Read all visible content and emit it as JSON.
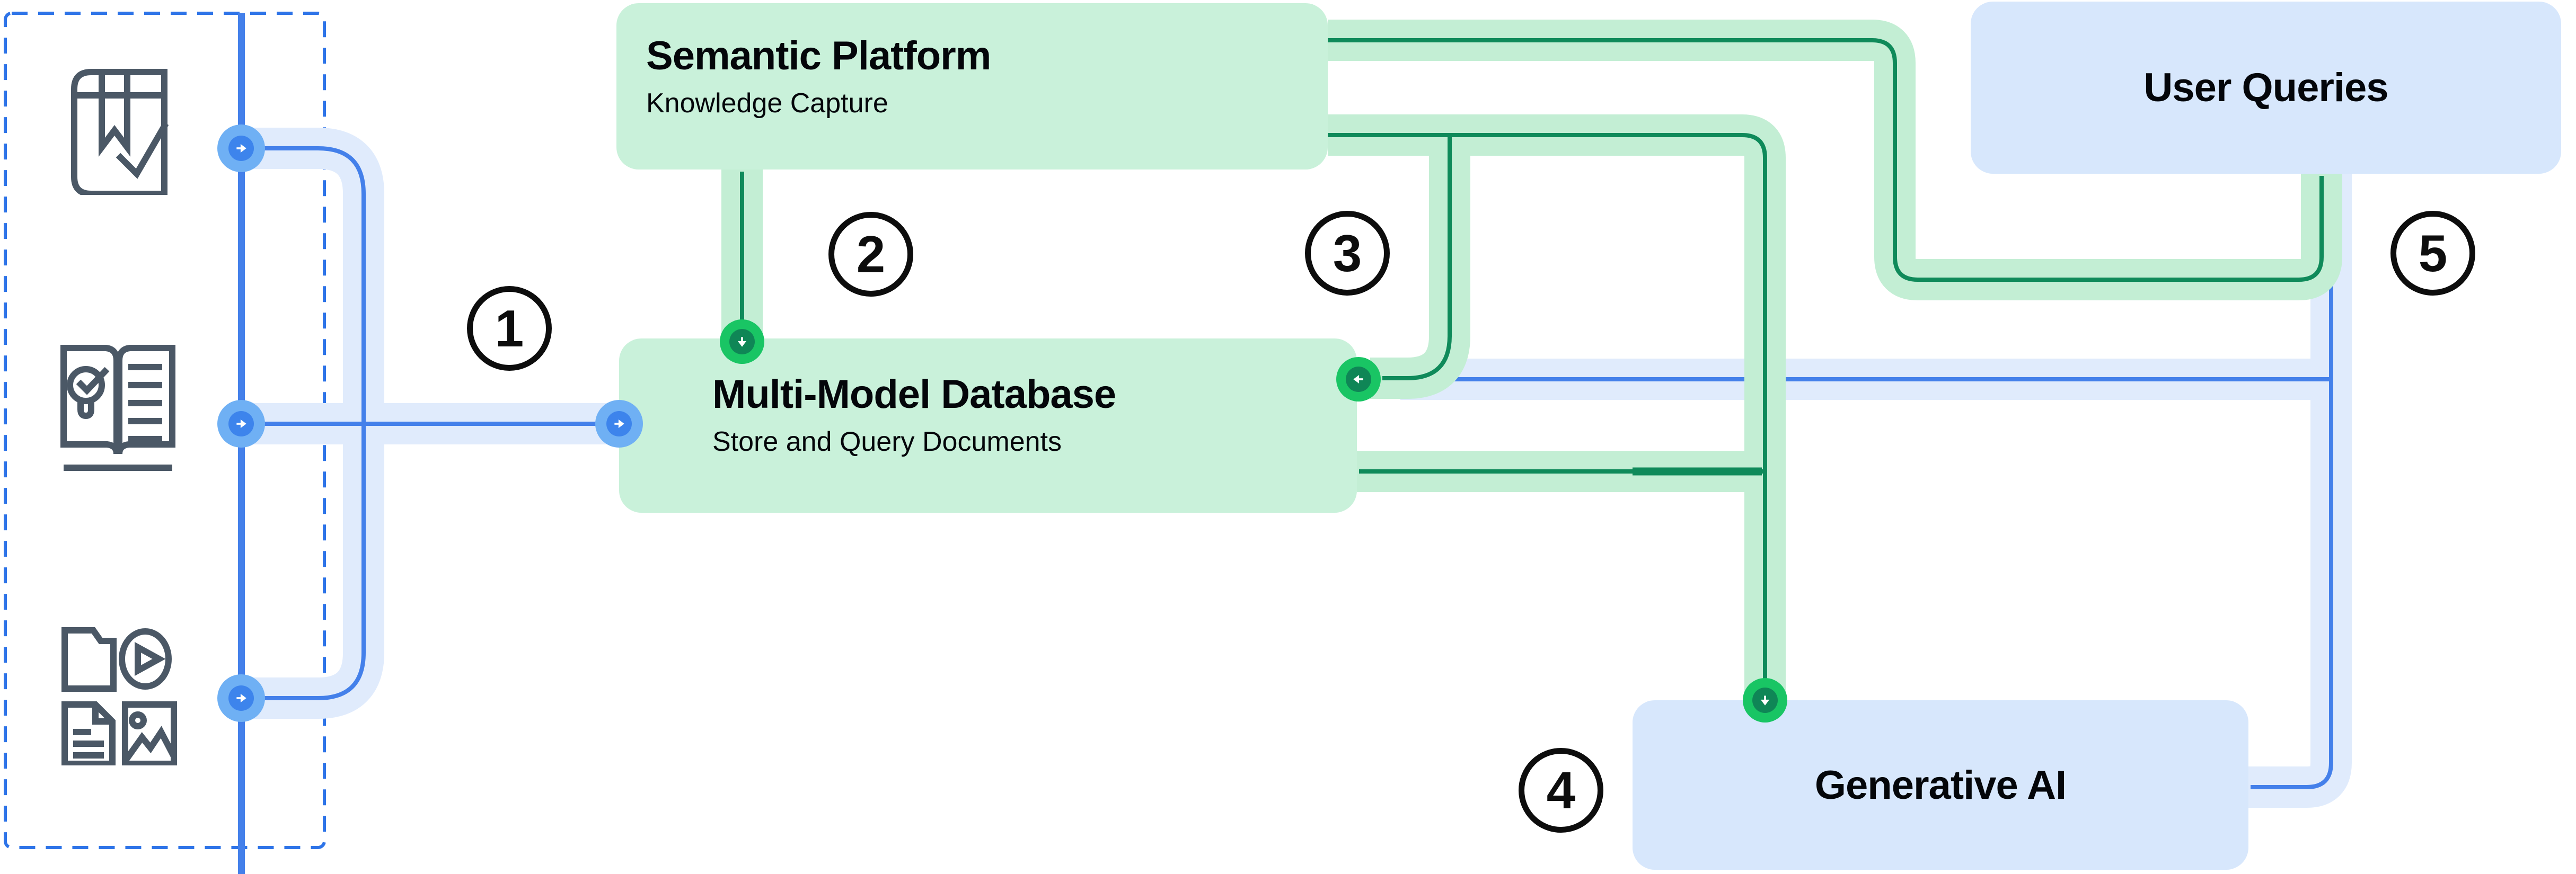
{
  "colors": {
    "green_box": "#c9f1da",
    "green_band": "#c3eed4",
    "green_line": "#0f8a5a",
    "green_node": "#19c564",
    "green_node_core": "#0f8656",
    "blue_box": "#d7e7fc",
    "blue_band": "#e0ebfc",
    "blue_line": "#4480ea",
    "blue_node": "#6fb0f4",
    "blue_node_core": "#3d84ec",
    "dashed_border": "#2e74e8",
    "icon_stroke": "#4b5866",
    "badge_ink": "#0d0d0d",
    "title_ink": "#04060a"
  },
  "nodes": {
    "semantic_platform": {
      "title": "Semantic Platform",
      "subtitle": "Knowledge Capture"
    },
    "multi_model_database": {
      "title": "Multi-Model Database",
      "subtitle": "Store and Query Documents"
    },
    "user_queries": {
      "title": "User Queries"
    },
    "generative_ai": {
      "title": "Generative AI"
    }
  },
  "step_badges": [
    "1",
    "2",
    "3",
    "4",
    "5"
  ],
  "source_icons": [
    "book-check",
    "open-book-idea",
    "media-files"
  ]
}
